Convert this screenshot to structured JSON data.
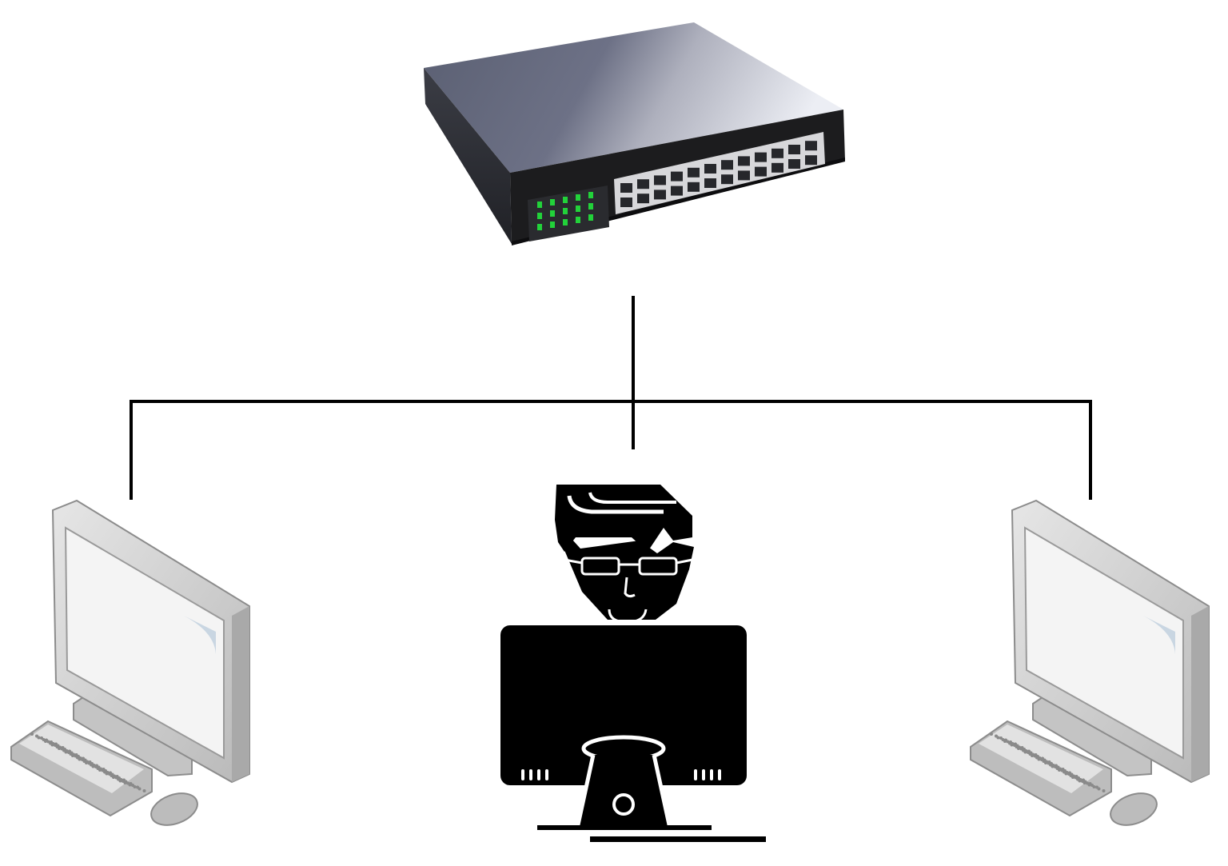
{
  "diagram": {
    "type": "network-topology",
    "colors": {
      "background": "#ffffff",
      "connector": "#000000",
      "switch_body": "#5a5f72",
      "switch_front": "#1c1c1e",
      "led": "#22d23a",
      "workstation_body": "#c9c9c9",
      "workstation_screen": "#f4f4f4",
      "attacker_fill": "#000000"
    },
    "nodes": [
      {
        "id": "switch",
        "role": "network-switch",
        "icon": "network-switch-icon",
        "ports": 24,
        "leds": 15
      },
      {
        "id": "pc-left",
        "role": "workstation",
        "icon": "desktop-computer-icon"
      },
      {
        "id": "attacker",
        "role": "hacker-at-computer",
        "icon": "hacker-computer-icon"
      },
      {
        "id": "pc-right",
        "role": "workstation",
        "icon": "desktop-computer-icon"
      }
    ],
    "links": [
      {
        "from": "switch",
        "to": "pc-left"
      },
      {
        "from": "switch",
        "to": "attacker"
      },
      {
        "from": "switch",
        "to": "pc-right"
      }
    ]
  }
}
